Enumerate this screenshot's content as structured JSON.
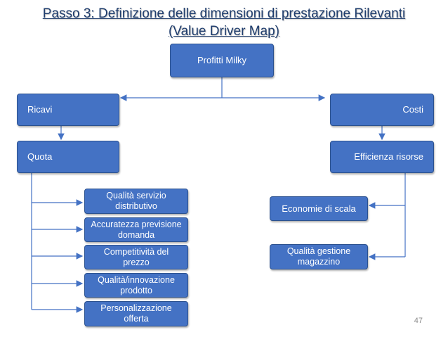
{
  "title": {
    "line1": "Passo 3: Definizione delle dimensioni di prestazione Rilevanti",
    "line2": "(Value Driver Map)"
  },
  "nodes": {
    "root": "Profitti Milky",
    "ricavi": "Ricavi",
    "costi": "Costi",
    "quota": "Quota",
    "efficienza": "Efficienza risorse",
    "qualita_servizio": "Qualità servizio distributivo",
    "accuratezza": "Accuratezza previsione domanda",
    "competitivita": "Competitività del prezzo",
    "innovazione": "Qualità/innovazione prodotto",
    "personalizzazione": "Personalizzazione offerta",
    "economie": "Economie di scala",
    "qualita_gestione": "Qualità gestione magazzino"
  },
  "page_number": "47",
  "colors": {
    "box_fill": "#4472c4",
    "box_border": "#2c528f",
    "connector": "#4472c4",
    "title_text": "#1f3d6d"
  }
}
